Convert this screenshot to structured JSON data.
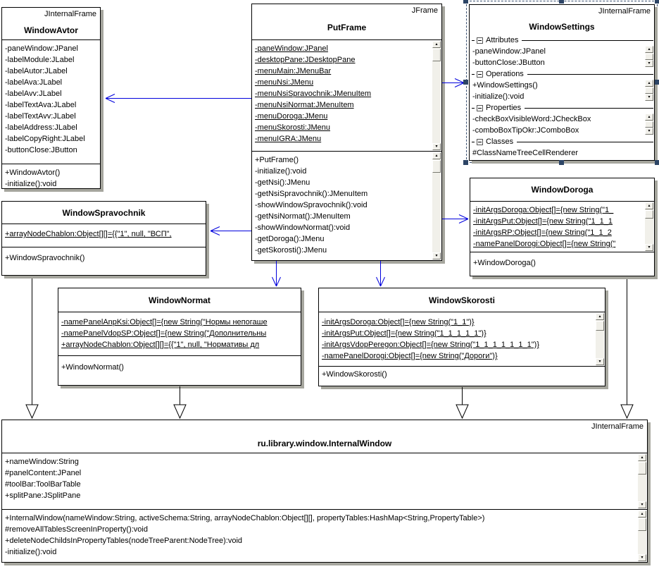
{
  "icons": {
    "scroll_up": "▴",
    "scroll_down": "▾"
  },
  "colors": {
    "association": "#0000dd",
    "generalization": "#000000",
    "selection": "#2d4566",
    "shadow": "#a6a69e"
  },
  "classes": {
    "window_avtor": {
      "stereotype": "JInternalFrame",
      "name": "WindowAvtor",
      "attributes": [
        "-paneWindow:JPanel",
        "-labelModule:JLabel",
        "-labelAutor:JLabel",
        "-labelAva:JLabel",
        "-labelAvv:JLabel",
        "-labelTextAva:JLabel",
        "-labelTextAvv:JLabel",
        "-labelAddress:JLabel",
        "-labelCopyRight:JLabel",
        "-buttonClose:JButton"
      ],
      "operations": [
        "+WindowAvtor()",
        "-initialize():void"
      ]
    },
    "put_frame": {
      "stereotype": "JFrame",
      "name": "PutFrame",
      "attributes": [
        "-paneWindow:JPanel",
        "-desktopPane:JDesktopPane",
        "-menuMain:JMenuBar",
        "-menuNsi:JMenu",
        "-menuNsiSpravochnik:JMenuItem",
        "-menuNsiNormat:JMenuItem",
        "-menuDoroga:JMenu",
        "-menuSkorosti:JMenu",
        "-menuIGRA:JMenu"
      ],
      "operations": [
        "+PutFrame()",
        "-initialize():void",
        "-getNsi():JMenu",
        "-getNsiSpravochnik():JMenuItem",
        "-showWindowSpravochnik():void",
        "-getNsiNormat():JMenuItem",
        "-showWindowNormat():void",
        "-getDoroga():JMenu",
        "-getSkorosti():JMenu"
      ]
    },
    "window_settings": {
      "stereotype": "JInternalFrame",
      "name": "WindowSettings",
      "sections": [
        {
          "label": "Attributes",
          "items": [
            "-paneWindow:JPanel",
            "-buttonClose:JButton"
          ]
        },
        {
          "label": "Operations",
          "items": [
            "+WindowSettings()",
            "-initialize():void"
          ]
        },
        {
          "label": "Properties",
          "items": [
            "-checkBoxVisibleWord:JCheckBox",
            "-comboBoxTipOkr:JComboBox"
          ]
        },
        {
          "label": "Classes",
          "items": [
            "#ClassNameTreeCellRenderer"
          ]
        }
      ]
    },
    "window_spravochnik": {
      "name": "WindowSpravochnik",
      "attributes": [
        "+arrayNodeChablon:Object[][]={{\"1\", null, \"ВСП\","
      ],
      "operations": [
        "+WindowSpravochnik()"
      ]
    },
    "window_doroga": {
      "name": "WindowDoroga",
      "attributes": [
        "-initArgsDoroga:Object[]={new String(\"1_",
        "-initArgsPut:Object[]={new String(\"1_1_1",
        "-initArgsRP:Object[]={new String(\"1_1_2",
        "-namePanelDorogi:Object[]={new String(\""
      ],
      "operations": [
        "+WindowDoroga()"
      ]
    },
    "window_normat": {
      "name": "WindowNormat",
      "attributes": [
        "-namePanelAnpKsi:Object[]={new String(\"Нормы непогаше",
        "-namePanelVdopSP:Object[]={new String(\"Дополнительны",
        "+arrayNodeChablon:Object[][]={{\"1\", null, \"Нормативы дл"
      ],
      "operations": [
        "+WindowNormat()"
      ]
    },
    "window_skorosti": {
      "name": "WindowSkorosti",
      "attributes": [
        "-initArgsDoroga:Object[]={new String(\"1_1\")}",
        "-initArgsPut:Object[]={new String(\"1_1_1_1_1\")}",
        "-initArgsVdopPeregon:Object[]={new String(\"1_1_1_1_1_1_1\")}",
        "-namePanelDorogi:Object[]={new String(\"Дороги\")}"
      ],
      "operations": [
        "+WindowSkorosti()"
      ]
    },
    "internal_window": {
      "stereotype": "JInternalFrame",
      "name": "ru.library.window.InternalWindow",
      "attributes": [
        "+nameWindow:String",
        "#panelContent:JPanel",
        "#toolBar:ToolBarTable",
        "+splitPane:JSplitPane"
      ],
      "operations": [
        "+InternalWindow(nameWindow:String, activeSchema:String, arrayNodeChablon:Object[][], propertyTables:HashMap<String,PropertyTable>)",
        "#removeAllTablesScreenInProperty():void",
        "+deleteNodeChildsInPropertyTables(nodeTreeParent:NodeTree):void",
        "-initialize():void"
      ]
    }
  },
  "relationships": [
    {
      "type": "association",
      "from": "PutFrame",
      "to": "WindowAvtor"
    },
    {
      "type": "association",
      "from": "PutFrame",
      "to": "WindowSettings"
    },
    {
      "type": "association",
      "from": "PutFrame",
      "to": "WindowSpravochnik"
    },
    {
      "type": "association",
      "from": "PutFrame",
      "to": "WindowDoroga"
    },
    {
      "type": "association",
      "from": "PutFrame",
      "to": "WindowNormat"
    },
    {
      "type": "association",
      "from": "PutFrame",
      "to": "WindowSkorosti"
    },
    {
      "type": "generalization",
      "from": "WindowSpravochnik",
      "to": "ru.library.window.InternalWindow"
    },
    {
      "type": "generalization",
      "from": "WindowNormat",
      "to": "ru.library.window.InternalWindow"
    },
    {
      "type": "generalization",
      "from": "WindowSkorosti",
      "to": "ru.library.window.InternalWindow"
    },
    {
      "type": "generalization",
      "from": "WindowDoroga",
      "to": "ru.library.window.InternalWindow"
    }
  ]
}
